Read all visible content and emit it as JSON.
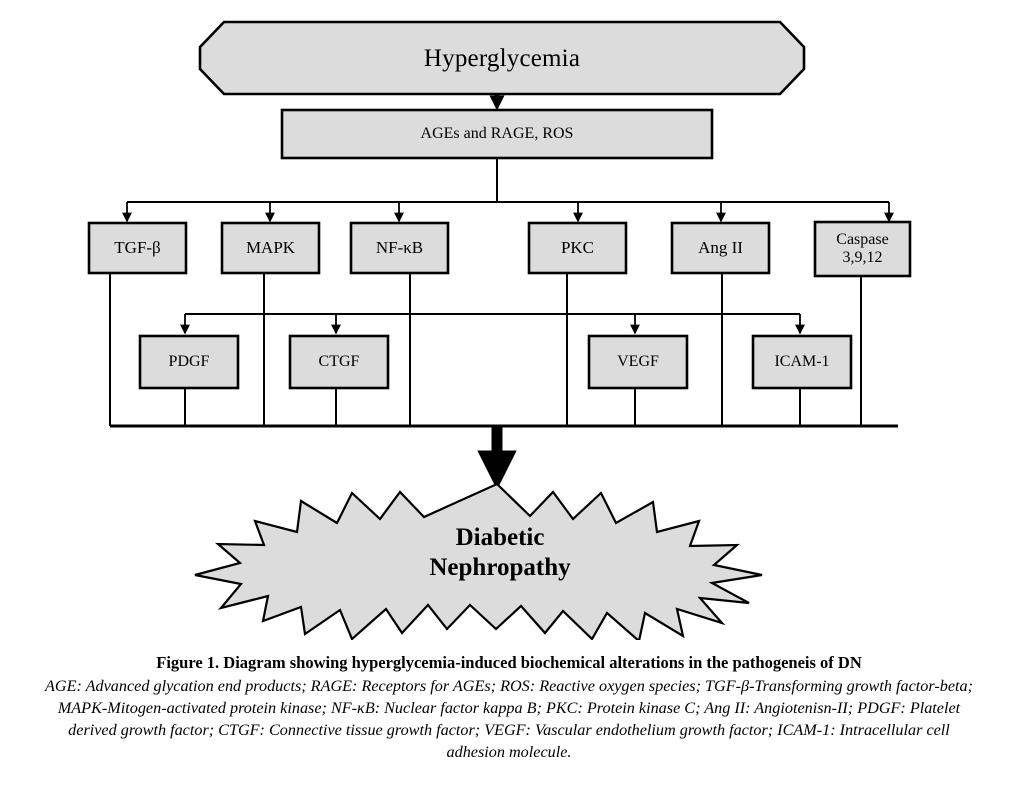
{
  "figure": {
    "title_text": "Figure 1. Diagram showing hyperglycemia-induced biochemical alterations in the pathogeneis of DN",
    "legend_text": "AGE: Advanced glycation end products; RAGE: Receptors for AGEs; ROS: Reactive oxygen species; TGF-β-Transforming growth factor-beta; MAPK-Mitogen-activated protein kinase; NF-κB: Nuclear factor kappa B; PKC: Protein kinase C; Ang II: Angiotenisn-II; PDGF: Platelet derived growth factor; CTGF: Connective tissue growth factor; VEGF: Vascular endothelium growth factor; ICAM-1: Intracellular cell adhesion molecule."
  },
  "style": {
    "node_fill": "#dcdcdc",
    "node_stroke": "#000000",
    "connector_stroke": "#000000",
    "background": "#ffffff"
  },
  "chart_data": {
    "type": "diagram",
    "title": "Figure 1. Diagram showing hyperglycemia-induced biochemical alterations in the pathogeneis of DN",
    "orientation": "top-down flowchart",
    "levels": [
      {
        "level": 0,
        "shape": "octagon",
        "nodes": [
          {
            "id": "hyperglycemia",
            "label": "Hyperglycemia"
          }
        ]
      },
      {
        "level": 1,
        "shape": "rectangle",
        "nodes": [
          {
            "id": "ages_rage_ros",
            "label": "AGEs and RAGE, ROS"
          }
        ]
      },
      {
        "level": 2,
        "shape": "rectangle",
        "nodes": [
          {
            "id": "tgfb",
            "label": "TGF-β"
          },
          {
            "id": "mapk",
            "label": "MAPK"
          },
          {
            "id": "nfkb",
            "label": "NF-κB"
          },
          {
            "id": "pkc",
            "label": "PKC"
          },
          {
            "id": "angii",
            "label": "Ang II"
          },
          {
            "id": "caspase",
            "label_line1": "Caspase",
            "label_line2": "3,9,12"
          }
        ]
      },
      {
        "level": 3,
        "shape": "rectangle",
        "nodes": [
          {
            "id": "pdgf",
            "label": "PDGF"
          },
          {
            "id": "ctgf",
            "label": "CTGF"
          },
          {
            "id": "vegf",
            "label": "VEGF"
          },
          {
            "id": "icam1",
            "label": "ICAM-1"
          }
        ]
      },
      {
        "level": 4,
        "shape": "starburst",
        "nodes": [
          {
            "id": "diabetic_nephropathy",
            "label_line1": "Diabetic",
            "label_line2": "Nephropathy"
          }
        ]
      }
    ],
    "edges": [
      {
        "from": "hyperglycemia",
        "to": "ages_rage_ros"
      },
      {
        "from": "ages_rage_ros",
        "to": "tgfb"
      },
      {
        "from": "ages_rage_ros",
        "to": "mapk"
      },
      {
        "from": "ages_rage_ros",
        "to": "nfkb"
      },
      {
        "from": "ages_rage_ros",
        "to": "pkc"
      },
      {
        "from": "ages_rage_ros",
        "to": "angii"
      },
      {
        "from": "ages_rage_ros",
        "to": "caspase"
      },
      {
        "from": "tgfb",
        "to": "pdgf"
      },
      {
        "from": "mapk",
        "to": "ctgf"
      },
      {
        "from": "nfkb",
        "to": "vegf"
      },
      {
        "from": "pkc",
        "to": "icam1"
      },
      {
        "from": "tgfb",
        "to": "diabetic_nephropathy"
      },
      {
        "from": "mapk",
        "to": "diabetic_nephropathy"
      },
      {
        "from": "nfkb",
        "to": "diabetic_nephropathy"
      },
      {
        "from": "pkc",
        "to": "diabetic_nephropathy"
      },
      {
        "from": "angii",
        "to": "diabetic_nephropathy"
      },
      {
        "from": "caspase",
        "to": "diabetic_nephropathy"
      },
      {
        "from": "pdgf",
        "to": "diabetic_nephropathy"
      },
      {
        "from": "ctgf",
        "to": "diabetic_nephropathy"
      },
      {
        "from": "vegf",
        "to": "diabetic_nephropathy"
      },
      {
        "from": "icam1",
        "to": "diabetic_nephropathy"
      }
    ]
  },
  "nodes": {
    "hyperglycemia": "Hyperglycemia",
    "ages_rage_ros": "AGEs and RAGE, ROS",
    "tgfb": "TGF-β",
    "mapk": "MAPK",
    "nfkb": "NF-κB",
    "pkc": "PKC",
    "angii": "Ang II",
    "caspase_line1": "Caspase",
    "caspase_line2": "3,9,12",
    "pdgf": "PDGF",
    "ctgf": "CTGF",
    "vegf": "VEGF",
    "icam1": "ICAM-1",
    "outcome_line1": "Diabetic",
    "outcome_line2": "Nephropathy"
  }
}
